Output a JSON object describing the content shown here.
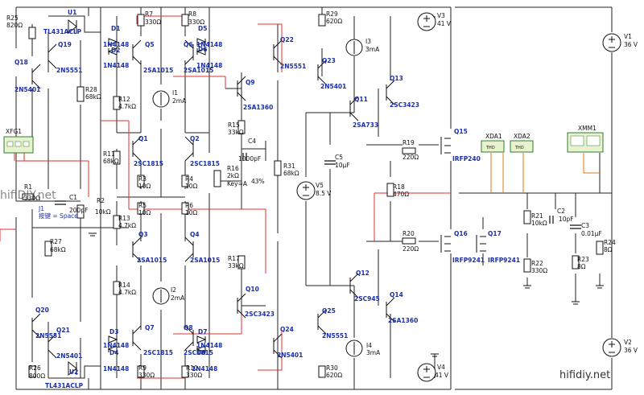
{
  "colors": {
    "wire": "#222222",
    "wire_red": "#e03030",
    "wire_orange": "#e07818",
    "label_blue": "#1b2fa8",
    "instrument_fill": "#e9f2cf",
    "instrument_border": "#2e7d32"
  },
  "labels": {
    "r25": "R25",
    "r25v": "820Ω",
    "u1": "U1",
    "u1t": "TL431ACLP",
    "q18": "Q18",
    "q18t": "2N5401",
    "q19": "Q19",
    "q19t": "2N5551",
    "r28": "R28",
    "r28v": "68kΩ",
    "xfg1": "XFG1",
    "r1": "R1",
    "r1v": "330Ω",
    "j1": "J1",
    "j1key": "按键 = Space",
    "c1": "C1",
    "c1v": "200pF",
    "r27": "R27",
    "r27v": "68kΩ",
    "r2": "R2",
    "r2v": "10kΩ",
    "q20": "Q20",
    "q20t": "2N5551",
    "q21": "Q21",
    "q21t": "2N5401",
    "r26": "R26",
    "r26v": "800Ω",
    "u2": "U2",
    "u2t": "TL431ACLP",
    "r7": "R7",
    "r7v": "330Ω",
    "r8": "R8",
    "r8v": "330Ω",
    "d1": "D1",
    "d2": "D2",
    "d5": "D5",
    "d6": "D6",
    "d1t": "1N4148",
    "d2t": "1N4148",
    "d5t": "1N4148",
    "d6t": "1N4148",
    "q5": "Q5",
    "q6": "Q6",
    "q5t": "2SA1015",
    "q6t": "2SA1015",
    "r12": "R12",
    "r12v": "4.7kΩ",
    "i1": "I1",
    "i1v": "2mA",
    "r11": "R11",
    "r11v": "68kΩ",
    "q1": "Q1",
    "q1t": "2SC1815",
    "q2": "Q2",
    "q2t": "2SC1815",
    "r3": "R3",
    "r3v": "10Ω",
    "r4": "R4",
    "r4v": "10Ω",
    "r5": "R5",
    "r5v": "10Ω",
    "r6": "R6",
    "r6v": "10Ω",
    "r13": "R13",
    "r13v": "4.7kΩ",
    "q3": "Q3",
    "q3t": "2SA1015",
    "q4": "Q4",
    "q4t": "2SA1015",
    "r14": "R14",
    "r14v": "4.7kΩ",
    "i2": "I2",
    "i2v": "2mA",
    "d3": "D3",
    "d4": "D4",
    "d7": "D7",
    "d8": "D8",
    "d3t": "1N4148",
    "d4t": "1N4148",
    "d7t": "1N4148",
    "d8t": "1N4148",
    "q7": "Q7",
    "q7t": "2SC1815",
    "q8": "Q8",
    "q8t": "2SC1815",
    "r9": "R9",
    "r9v": "330Ω",
    "r10": "R10",
    "r10v": "330Ω",
    "q9": "Q9",
    "q9t": "2SA1360",
    "r15": "R15",
    "r15v": "33kΩ",
    "c4": "C4",
    "c4v": "1000pF",
    "r16": "R16",
    "r16v": "2kΩ",
    "r16k": "Key=A",
    "r16p": "43%",
    "r17": "R17",
    "r17v": "33kΩ",
    "q10": "Q10",
    "q10t": "2SC3423",
    "r31": "R31",
    "r31v": "68kΩ",
    "r29": "R29",
    "r29v": "620Ω",
    "q22": "Q22",
    "q22t": "2N5551",
    "q23": "Q23",
    "q23t": "2N5401",
    "i3": "I3",
    "i3v": "3mA",
    "v3": "V3",
    "v3v": "41 V",
    "q11": "Q11",
    "q11t": "2SA733",
    "q13": "Q13",
    "q13t": "2SC3423",
    "v5": "V5",
    "v5v": "8.5 V",
    "c5": "C5",
    "c5v": "10µF",
    "q24": "Q24",
    "q24t": "2N5401",
    "q25": "Q25",
    "q25t": "2N5551",
    "r30": "R30",
    "r30v": "620Ω",
    "i4": "I4",
    "i4v": "3mA",
    "v4": "V4",
    "v4v": "41 V",
    "q12": "Q12",
    "q12t": "2SC945",
    "q14": "Q14",
    "q14t": "2SA1360",
    "r19": "R19",
    "r19v": "220Ω",
    "r18": "R18",
    "r18v": "470Ω",
    "r20": "R20",
    "r20v": "220Ω",
    "q15": "Q15",
    "q15t": "IRFP240",
    "q16": "Q16",
    "q16t": "IRFP9241",
    "q17": "Q17",
    "q17t": "IRFP9241",
    "xda1": "XDA1",
    "xda2": "XDA2",
    "thd": "THD",
    "xmm1": "XMM1",
    "r21": "R21",
    "r21v": "10kΩ",
    "c2": "C2",
    "c2v": "10pF",
    "r22": "R22",
    "r22v": "330Ω",
    "c3": "C3",
    "c3v": "0.01µF",
    "r23": "R23",
    "r23v": "8Ω",
    "r24": "R24",
    "r24v": "8Ω",
    "v1": "V1",
    "v1v": "36 V",
    "v2": "V2",
    "v2v": "36 V"
  },
  "watermarks": {
    "left": "hifiDIY.net",
    "right": "hifidiy.net"
  }
}
